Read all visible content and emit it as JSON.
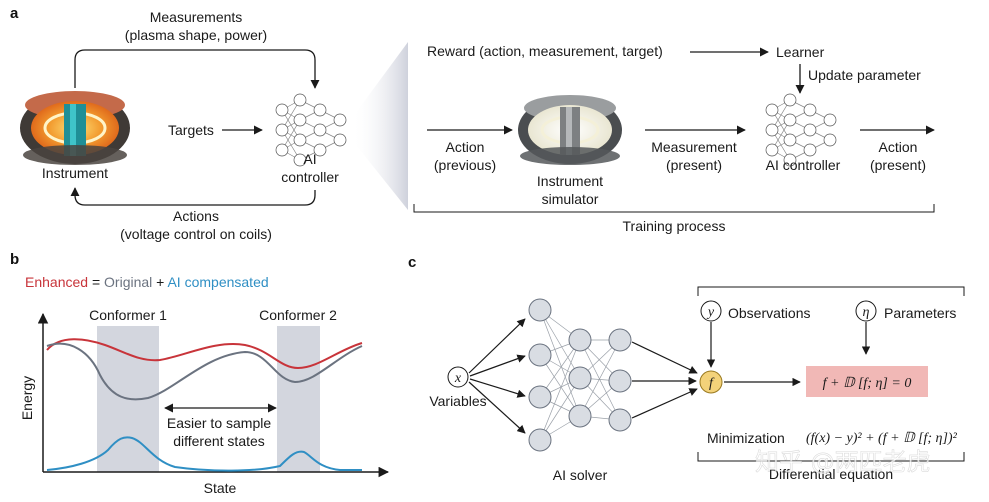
{
  "panel_a": {
    "label": "a",
    "measurements_line1": "Measurements",
    "measurements_line2": "(plasma shape, power)",
    "targets": "Targets",
    "instrument": "Instrument",
    "ai_controller_line1": "AI",
    "ai_controller_line2": "controller",
    "actions_line1": "Actions",
    "actions_line2": "(voltage control on coils)",
    "reward": "Reward (action, measurement, target)",
    "learner": "Learner",
    "update_parameter": "Update parameter",
    "action_prev_line1": "Action",
    "action_prev_line2": "(previous)",
    "simulator_line1": "Instrument",
    "simulator_line2": "simulator",
    "measurement_present_line1": "Measurement",
    "measurement_present_line2": "(present)",
    "ai_controller_right": "AI controller",
    "action_present_line1": "Action",
    "action_present_line2": "(present)",
    "training_process": "Training process"
  },
  "panel_b": {
    "label": "b",
    "legend_enhanced": "Enhanced",
    "legend_eq": " = ",
    "legend_original": "Original",
    "legend_plus": " + ",
    "legend_ai": "AI compensated",
    "conformer1": "Conformer 1",
    "conformer2": "Conformer 2",
    "easier_line1": "Easier to sample",
    "easier_line2": "different states",
    "ylabel": "Energy",
    "xlabel": "State"
  },
  "panel_c": {
    "label": "c",
    "x_symbol": "x",
    "variables": "Variables",
    "ai_solver": "AI solver",
    "y_symbol": "y",
    "observations": "Observations",
    "eta_symbol": "η",
    "parameters": "Parameters",
    "f_symbol": "f",
    "equation": "f + 𝔻 [f; η] = 0",
    "minimization": "Minimization",
    "min_formula": "(f(x) − y)² + (f + 𝔻 [f; η])²",
    "differential_equation": "Differential equation"
  },
  "watermark": "知乎 @两匹老虎",
  "colors": {
    "enhanced": "#c8343a",
    "original": "#6b7380",
    "ai_compensated": "#2f8fc4",
    "shade": "#d3d6de",
    "node_fill": "#d9dde3",
    "f_fill": "#f3d27a",
    "equation_fill": "#f1b8b6"
  }
}
